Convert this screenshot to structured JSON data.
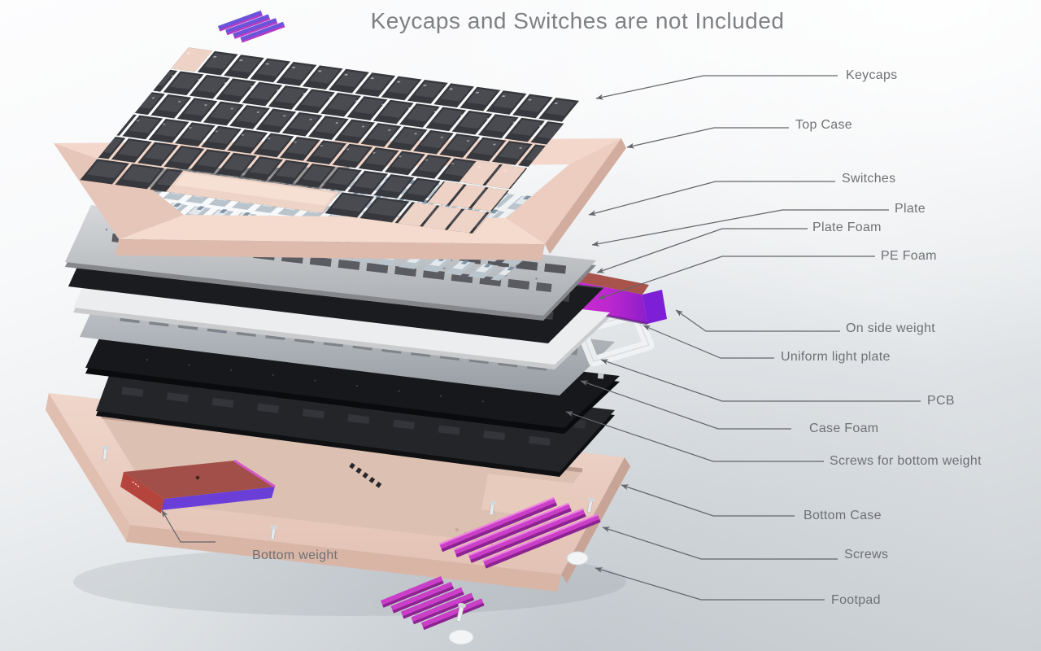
{
  "title": "Keycaps and Switches are not Included",
  "labels": {
    "keycaps": "Keycaps",
    "top_case": "Top Case",
    "switches": "Switches",
    "plate": "Plate",
    "plate_foam": "Plate Foam",
    "pe_foam": "PE Foam",
    "on_side_weight": "On side weight",
    "uniform_light_plate": "Uniform light plate",
    "pcb": "PCB",
    "case_foam": "Case Foam",
    "screws_bottom_weight": "Screws for bottom weight",
    "bottom_case": "Bottom Case",
    "screws": "Screws",
    "footpad": "Footpad",
    "bottom_weight": "Bottom weight"
  },
  "colors": {
    "title_text": "#7e8083",
    "label_text": "#6f7174",
    "leader_line": "#63656a",
    "keycap_dark": "#3a3b40",
    "case_pink": "#f0d5c9",
    "switch_gray_blue": "#c3ccd3",
    "plate_silver": "#c9cccf",
    "foam_black": "#1b1c20",
    "pe_foam_white": "#ebedee",
    "weight_red": "#a8544c",
    "weight_magenta": "#cb2ed2",
    "weight_purple": "#7c1fd6",
    "footpad_magenta": "#c93fc7"
  }
}
